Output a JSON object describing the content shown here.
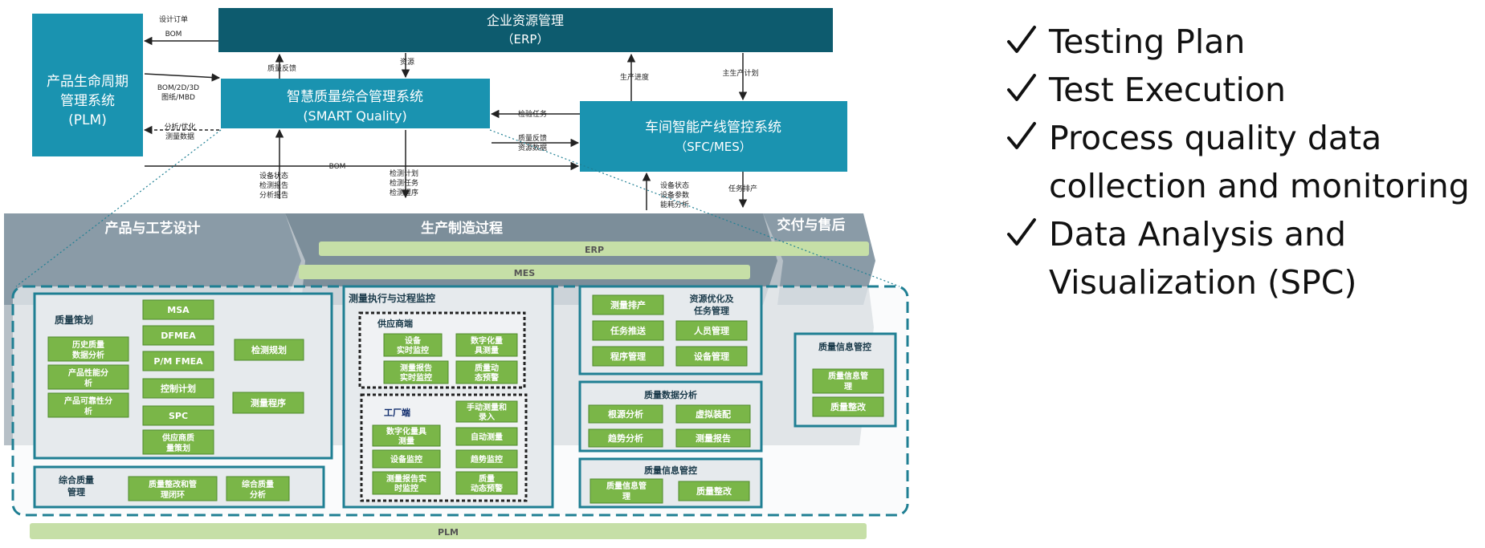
{
  "diagram": {
    "erp": {
      "title": "企业资源管理",
      "sub": "（ERP）"
    },
    "plm": {
      "l1": "产品生命周期",
      "l2": "管理系统",
      "l3": "(PLM)"
    },
    "smart": {
      "l1": "智慧质量综合管理系统",
      "l2": "(SMART Quality)"
    },
    "sfc": {
      "l1": "车间智能产线管控系统",
      "l2": "（SFC/MES）"
    },
    "flow_labels": {
      "design_order": "设计订单",
      "bom_top": "BOM",
      "bom_2d": "BOM/2D/3D",
      "drawing_mbd": "图纸/MBD",
      "analysis_opt": "分析/优化",
      "meas_data": "测量数据",
      "quality_feedback": "质量反馈",
      "resources": "资源",
      "prod_progress": "生产进度",
      "master_plan": "主生产计划",
      "inspection_task": "检验任务",
      "quality_feedback2": "质量反馈",
      "resource_data": "资源数据",
      "bom_mid": "BOM",
      "dev_status": "设备状态",
      "inspect_report": "检测报告",
      "analysis_report": "分析报告",
      "inspect_plan": "检测计划",
      "inspect_task": "检测任务",
      "inspect_prog": "检测程序",
      "dev_status2": "设备状态",
      "dev_params": "设备参数",
      "energy_analysis": "能耗分析",
      "task_schedule": "任务排产"
    },
    "phases": {
      "design": "产品与工艺设计",
      "manufacturing": "生产制造过程",
      "delivery": "交付与售后"
    },
    "bars": {
      "erp": "ERP",
      "mes": "MES",
      "plm": "PLM"
    },
    "quality_planning": {
      "title": "质量策划",
      "items": [
        "MSA",
        "DFMEA",
        "P/M FMEA",
        "控制计划",
        "SPC"
      ],
      "supplier_l1": "供应商质",
      "supplier_l2": "量策划",
      "hist_l1": "历史质量",
      "hist_l2": "数据分析",
      "perf_l1": "产品性能分",
      "perf_l2": "析",
      "rel_l1": "产品可靠性分",
      "rel_l2": "析",
      "inspect_planning": "检测规划",
      "meas_program": "测量程序"
    },
    "integrated": {
      "title_l1": "综合质量",
      "title_l2": "管理",
      "rect_l1": "质量整改和管",
      "rect_l2": "理闭环",
      "analysis_l1": "综合质量",
      "analysis_l2": "分析"
    },
    "execution": {
      "title": "测量执行与过程监控",
      "supplier_title": "供应商端",
      "s1_l1": "设备",
      "s1_l2": "实时监控",
      "s2_l1": "数字化量",
      "s2_l2": "具测量",
      "s3_l1": "测量报告",
      "s3_l2": "实时监控",
      "s4_l1": "质量动",
      "s4_l2": "态预警",
      "factory_title": "工厂端",
      "f1_l1": "手动测量和",
      "f1_l2": "录入",
      "f2_l1": "数字化量具",
      "f2_l2": "测量",
      "f3": "自动测量",
      "f4": "设备监控",
      "f5": "趋势监控",
      "f6_l1": "测量报告实",
      "f6_l2": "时监控",
      "f7_l1": "质量",
      "f7_l2": "动态预警"
    },
    "resource": {
      "title_l1": "资源优化及",
      "title_l2": "任务管理",
      "items": [
        "测量排产",
        "任务推送",
        "程序管理",
        "人员管理",
        "设备管理"
      ]
    },
    "data_analysis": {
      "title": "质量数据分析",
      "items": [
        "根源分析",
        "虚拟装配",
        "趋势分析",
        "测量报告"
      ]
    },
    "info_mgmt": {
      "title": "质量信息管控",
      "info_l1": "质量信息管",
      "info_l2": "理",
      "rect": "质量整改"
    },
    "info_mgmt_right": {
      "title": "质量信息管控",
      "info_l1": "质量信息管",
      "info_l2": "理",
      "rect": "质量整改"
    }
  },
  "checklist": [
    {
      "line1": "Testing Plan"
    },
    {
      "line1": "Test Execution"
    },
    {
      "line1": "Process quality data",
      "line2": "collection and monitoring"
    },
    {
      "line1": "Data Analysis and",
      "line2": "Visualization (SPC)"
    }
  ],
  "colors": {
    "erp_bar": "#0d5b6e",
    "system_box": "#1a93b0",
    "green_box": "#7ab648",
    "panel_border": "#1f7f93",
    "phase_gray": "#7b8c99",
    "bar_green": "#c6dfa7"
  }
}
